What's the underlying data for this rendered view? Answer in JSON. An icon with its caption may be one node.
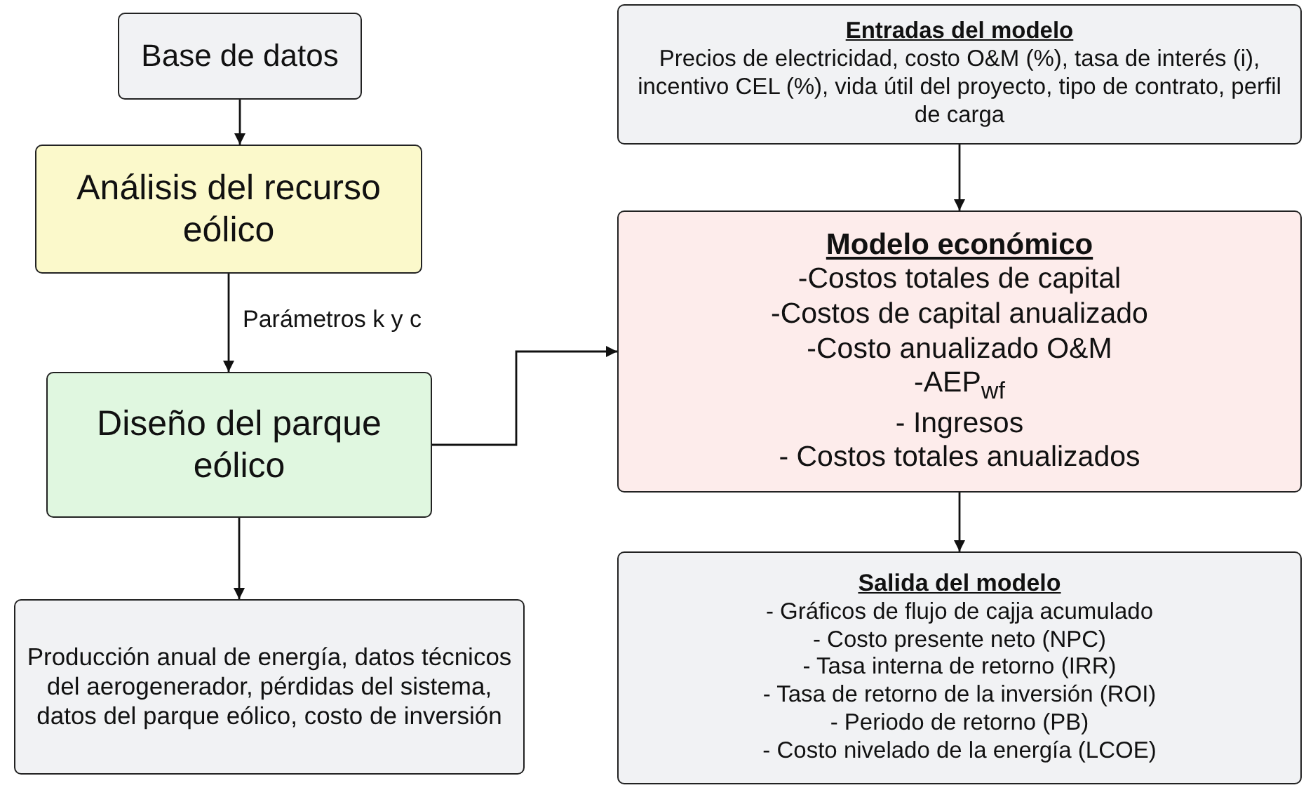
{
  "diagram": {
    "nodes": [
      {
        "text": [
          "Base de datos"
        ]
      },
      {
        "text": [
          "Análisis del recurso eólico"
        ]
      },
      {
        "text": [
          "Diseño del parque eólico"
        ]
      },
      {
        "text": [
          "Producción anual de energía, datos técnicos del aerogenerador, pérdidas del sistema, datos del parque eólico, costo de inversión"
        ]
      },
      {
        "text": [
          "Entradas del modelo",
          "Precios de electricidad, costo O&M (%), tasa de interés (i), incentivo CEL (%), vida útil del proyecto, tipo de contrato, perfil de carga"
        ]
      },
      {
        "text": [
          "Modelo económico",
          "-Costos totales de capital",
          "-Costos de capital anualizado",
          "-Costo anualizado O&M",
          "-AEP$_{wf}$",
          "- Ingresos",
          "- Costos totales anualizados"
        ]
      },
      {
        "text": [
          "Salida del modelo",
          "- Gráficos de flujo de cajja acumulado",
          "- Costo presente neto (NPC)",
          "- Tasa interna de retorno (IRR)",
          "- Tasa de retorno de la inversión (ROI)",
          "- Periodo de retorno (PB)",
          "- Costo nivelado de la energía (LCOE)"
        ]
      }
    ],
    "edges": [
      {
        "from": 0,
        "to": 1,
        "arrow": "to"
      },
      {
        "from": 1,
        "to": 2,
        "arrow": "to",
        "label": "Parámetros k y c"
      },
      {
        "from": 2,
        "to": 5,
        "arrow": "to"
      },
      {
        "from": 2,
        "to": 3,
        "arrow": "to"
      },
      {
        "from": 4,
        "to": 5,
        "arrow": "to"
      },
      {
        "from": 5,
        "to": 6,
        "arrow": "to"
      }
    ]
  }
}
